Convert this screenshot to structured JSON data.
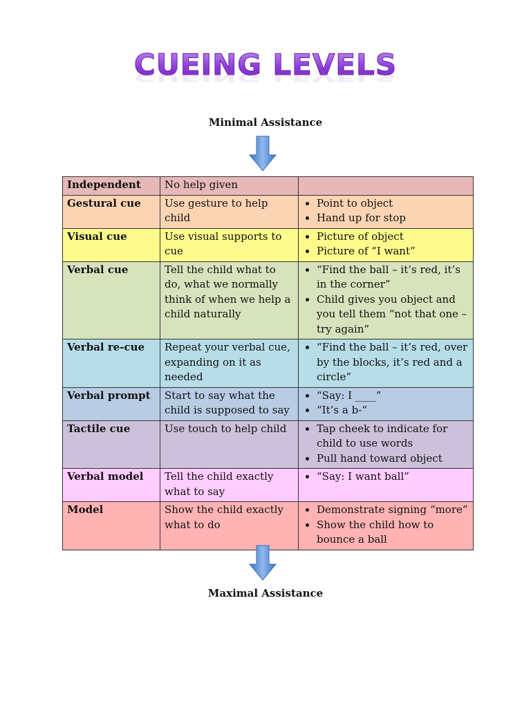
{
  "title": "CUEING LEVELS",
  "top_label": "Minimal Assistance",
  "bottom_label": "Maximal Assistance",
  "arrow_color": "#4a86d4",
  "rows": [
    {
      "level": "Independent",
      "description": "No help given",
      "examples": [],
      "color": "#e6b8b8"
    },
    {
      "level": "Gestural cue",
      "description": "Use gesture to help child",
      "examples": [
        "Point to object",
        "Hand up for stop"
      ],
      "color": "#fbd4b4"
    },
    {
      "level": "Visual cue",
      "description": "Use visual supports to cue",
      "examples": [
        "Picture of object",
        "Picture of “I want”"
      ],
      "color": "#fefb8c"
    },
    {
      "level": "Verbal cue",
      "description": "Tell the child what to do, what we normally think of when we help a child naturally",
      "examples": [
        "“Find the ball – it’s red, it’s in the corner”",
        "Child gives you object and you tell them “not that one – try again”"
      ],
      "color": "#d6e3bc"
    },
    {
      "level": "Verbal re-cue",
      "description": "Repeat your verbal cue, expanding on it as needed",
      "examples": [
        "“Find the ball – it’s red, over by the blocks, it’s red and a circle”"
      ],
      "color": "#b6dde8"
    },
    {
      "level": "Verbal prompt",
      "description": "Start to say what the child is supposed to say",
      "examples": [
        "“Say: I ____”",
        "“It’s a b-“"
      ],
      "color": "#b8cce4"
    },
    {
      "level": "Tactile cue",
      "description": "Use touch to help child",
      "examples": [
        "Tap cheek to indicate for child to use words",
        "Pull hand toward object"
      ],
      "color": "#ccc0da"
    },
    {
      "level": "Verbal model",
      "description": "Tell the child exactly what to say",
      "examples": [
        "“Say: I want ball”"
      ],
      "color": "#ffccff"
    },
    {
      "level": "Model",
      "description": "Show the child exactly what to do",
      "examples": [
        "Demonstrate signing “more”",
        "Show the child how to bounce a ball"
      ],
      "color": "#ffb3b3"
    }
  ]
}
